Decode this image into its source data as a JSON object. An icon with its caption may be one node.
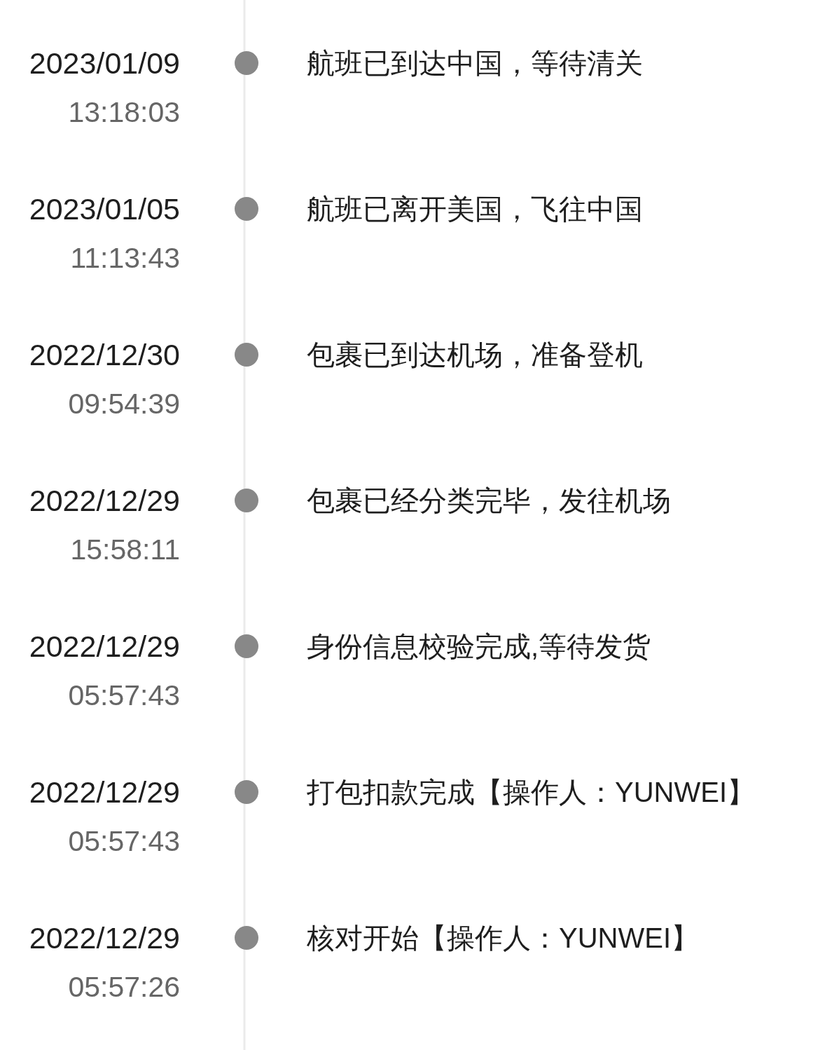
{
  "diagram": {
    "nodes": [
      {
        "text": [],
        "shape": "circle",
        "beside": [
          "2023/01/09",
          "13:18:03",
          "航班已到达中国，等待清关"
        ]
      },
      {
        "text": [],
        "shape": "circle",
        "beside": [
          "2023/01/05",
          "11:13:43",
          "航班已离开美国，飞往中国"
        ]
      },
      {
        "text": [],
        "shape": "circle",
        "beside": [
          "2022/12/30",
          "09:54:39",
          "包裹已到达机场，准备登机"
        ]
      },
      {
        "text": [],
        "shape": "circle",
        "beside": [
          "2022/12/29",
          "15:58:11",
          "包裹已经分类完毕，发往机场"
        ]
      },
      {
        "text": [],
        "shape": "circle",
        "beside": [
          "2022/12/29",
          "05:57:43",
          "身份信息校验完成,等待发货"
        ]
      },
      {
        "text": [],
        "shape": "circle",
        "beside": [
          "2022/12/29",
          "05:57:43",
          "打包扣款完成【操作人：YUNWEI】"
        ]
      },
      {
        "text": [],
        "shape": "circle",
        "beside": [
          "2022/12/29",
          "05:57:26",
          "核对开始【操作人：YUNWEI】"
        ]
      }
    ],
    "edges": [
      {
        "from": null,
        "to": 0,
        "arrow": "none"
      },
      {
        "from": 0,
        "to": 1,
        "arrow": "none"
      },
      {
        "from": 1,
        "to": 2,
        "arrow": "none"
      },
      {
        "from": 2,
        "to": 3,
        "arrow": "none"
      },
      {
        "from": 3,
        "to": 4,
        "arrow": "none"
      },
      {
        "from": 4,
        "to": 5,
        "arrow": "none"
      },
      {
        "from": 5,
        "to": 6,
        "arrow": "none"
      },
      {
        "from": 6,
        "to": null,
        "arrow": "none"
      }
    ]
  }
}
